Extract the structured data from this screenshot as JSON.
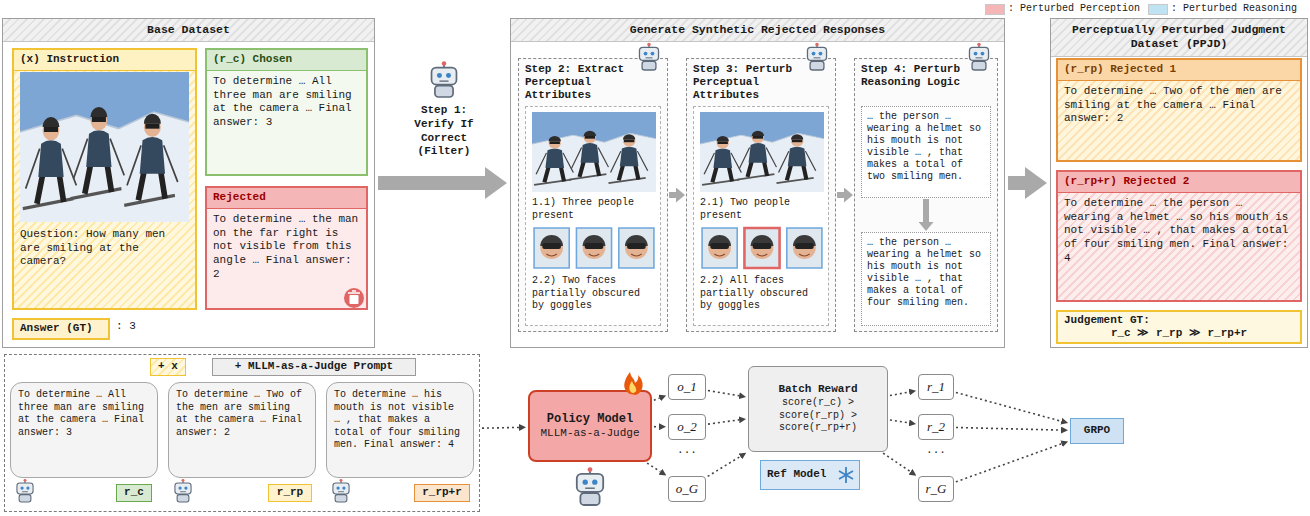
{
  "diagram": {
    "nodes": [
      {
        "text": [
          "Base Dataset"
        ]
      },
      {
        "text": [
          "(x) Instruction",
          "Question: How many men are smiling at the camera?"
        ],
        "in": 0
      },
      {
        "text": [
          "Answer (GT)"
        ],
        "in": 0
      },
      {
        "text": [
          "(r_c) Chosen",
          "To determine … All three man are smiling at the camera … Final answer: 3"
        ],
        "in": 0
      },
      {
        "text": [
          "Rejected",
          "To determine … the man on the far right is not visible from this angle … Final answer: 2"
        ],
        "in": 0
      },
      {
        "text": [
          "Generate Synthetic Rejected Responses"
        ]
      },
      {
        "text": [
          "Step 2: Extract Perceptual Attributes"
        ],
        "in": 5
      },
      {
        "text": [
          "1.1) Three people present",
          "2.2) Two faces partially obscured by goggles"
        ],
        "in": 6
      },
      {
        "text": [
          "Step 3: Perturb Perceptual Attributes"
        ],
        "in": 5
      },
      {
        "text": [
          "2.1) Two people present",
          "2.2) All faces partially obscured by goggles"
        ],
        "in": 8
      },
      {
        "text": [
          "Step 4: Perturb Reasoning Logic"
        ],
        "in": 5
      },
      {
        "text": [
          "… the person … wearing a helmet so his mouth is not visible … , that makes a total of two smiling men."
        ],
        "in": 10
      },
      {
        "text": [
          "… the person … wearing a helmet so his mouth is not visible … , that makes a total of four smiling men."
        ],
        "in": 10
      },
      {
        "text": [
          "Perceptually Perturbed Judgment Dataset (PPJD)"
        ]
      },
      {
        "text": [
          "(r_rp) Rejected 1",
          "To determine … Two of the men are smiling at the camera … Final answer: 2"
        ],
        "in": 13
      },
      {
        "text": [
          "(r_rp+r) Rejected 2",
          "To determine … the person … wearing a helmet … so his mouth is not visible … , that makes a total of four smiling men. Final answer: 4"
        ],
        "in": 13
      },
      {
        "text": [
          "Judgement GT:",
          "r_c ≫ r_rp ≫ r_rp+r"
        ],
        "in": 13
      },
      {
        "text": []
      },
      {
        "text": [
          "+ x"
        ],
        "in": 17
      },
      {
        "text": [
          "+ MLLM-as-a-Judge Prompt"
        ],
        "in": 17
      },
      {
        "text": [
          "To determine … All three man are smiling at the camera … Final answer: 3"
        ],
        "in": 17
      },
      {
        "text": [
          "r_c"
        ],
        "in": 17
      },
      {
        "text": [
          "To determine … Two of the men are smiling at the camera … Final answer: 2"
        ],
        "in": 17
      },
      {
        "text": [
          "r_rp"
        ],
        "in": 17
      },
      {
        "text": [
          "To determine … his mouth is not visible … , that makes a total of four smiling men. Final answer: 4"
        ],
        "in": 17
      },
      {
        "text": [
          "r_rp+r"
        ],
        "in": 17
      },
      {
        "text": [
          "Policy Model",
          "MLLM-as-a-Judge"
        ]
      },
      {
        "text": [
          "o_1"
        ]
      },
      {
        "text": [
          "o_2"
        ]
      },
      {
        "text": [
          "o_G"
        ]
      },
      {
        "text": [
          "Batch Reward",
          "score(r_c) > score(r_rp) > score(r_rp+r)"
        ]
      },
      {
        "text": [
          "Ref Model"
        ]
      },
      {
        "text": [
          "r_1"
        ]
      },
      {
        "text": [
          "r_2"
        ]
      },
      {
        "text": [
          "r_G"
        ]
      },
      {
        "text": [
          "GRPO"
        ]
      }
    ],
    "edges": [
      {
        "from": 0,
        "to": 5,
        "arrow": "to"
      },
      {
        "from": 6,
        "to": 8,
        "arrow": "to"
      },
      {
        "from": 8,
        "to": 10,
        "arrow": "to"
      },
      {
        "from": 11,
        "to": 12,
        "arrow": "to"
      },
      {
        "from": 5,
        "to": 13,
        "arrow": "to"
      },
      {
        "from": 17,
        "to": 26,
        "arrow": "to"
      },
      {
        "from": 26,
        "to": 27,
        "arrow": "to"
      },
      {
        "from": 26,
        "to": 28,
        "arrow": "to"
      },
      {
        "from": 26,
        "to": 29,
        "arrow": "to"
      },
      {
        "from": 27,
        "to": 30,
        "arrow": "to"
      },
      {
        "from": 28,
        "to": 30,
        "arrow": "to"
      },
      {
        "from": 29,
        "to": 30,
        "arrow": "to"
      },
      {
        "from": 30,
        "to": 32,
        "arrow": "to"
      },
      {
        "from": 30,
        "to": 33,
        "arrow": "to"
      },
      {
        "from": 30,
        "to": 34,
        "arrow": "to"
      },
      {
        "from": 32,
        "to": 35,
        "arrow": "to"
      },
      {
        "from": 33,
        "to": 35,
        "arrow": "to"
      },
      {
        "from": 34,
        "to": 35,
        "arrow": "to"
      }
    ],
    "labels": [
      "Step 1: Verify If Correct (Filter)",
      ": 3",
      "...",
      "..."
    ],
    "legend": [
      {
        "text": ": Perturbed Perception",
        "color": "#f4b6b6"
      },
      {
        "text": ": Perturbed Reasoning",
        "color": "#bfe3f2"
      }
    ]
  }
}
